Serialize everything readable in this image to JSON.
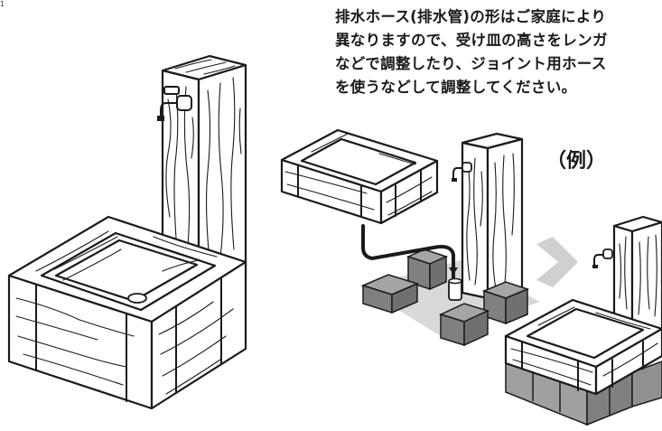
{
  "corner_mark": "1",
  "instructions": {
    "lines": [
      "排水ホース(排水管)の形はご家庭により",
      "異なりますので、受け皿の高さをレンガ",
      "などで調整したり、ジョイント用ホース",
      "を使うなどして調整してください。"
    ]
  },
  "example_label": "（例）",
  "colors": {
    "line": "#1a1a1a",
    "brick": "#808080",
    "brick_top": "#a5a5a5",
    "floor": "#d9d9d9",
    "arrow": "#d0d0d0"
  }
}
